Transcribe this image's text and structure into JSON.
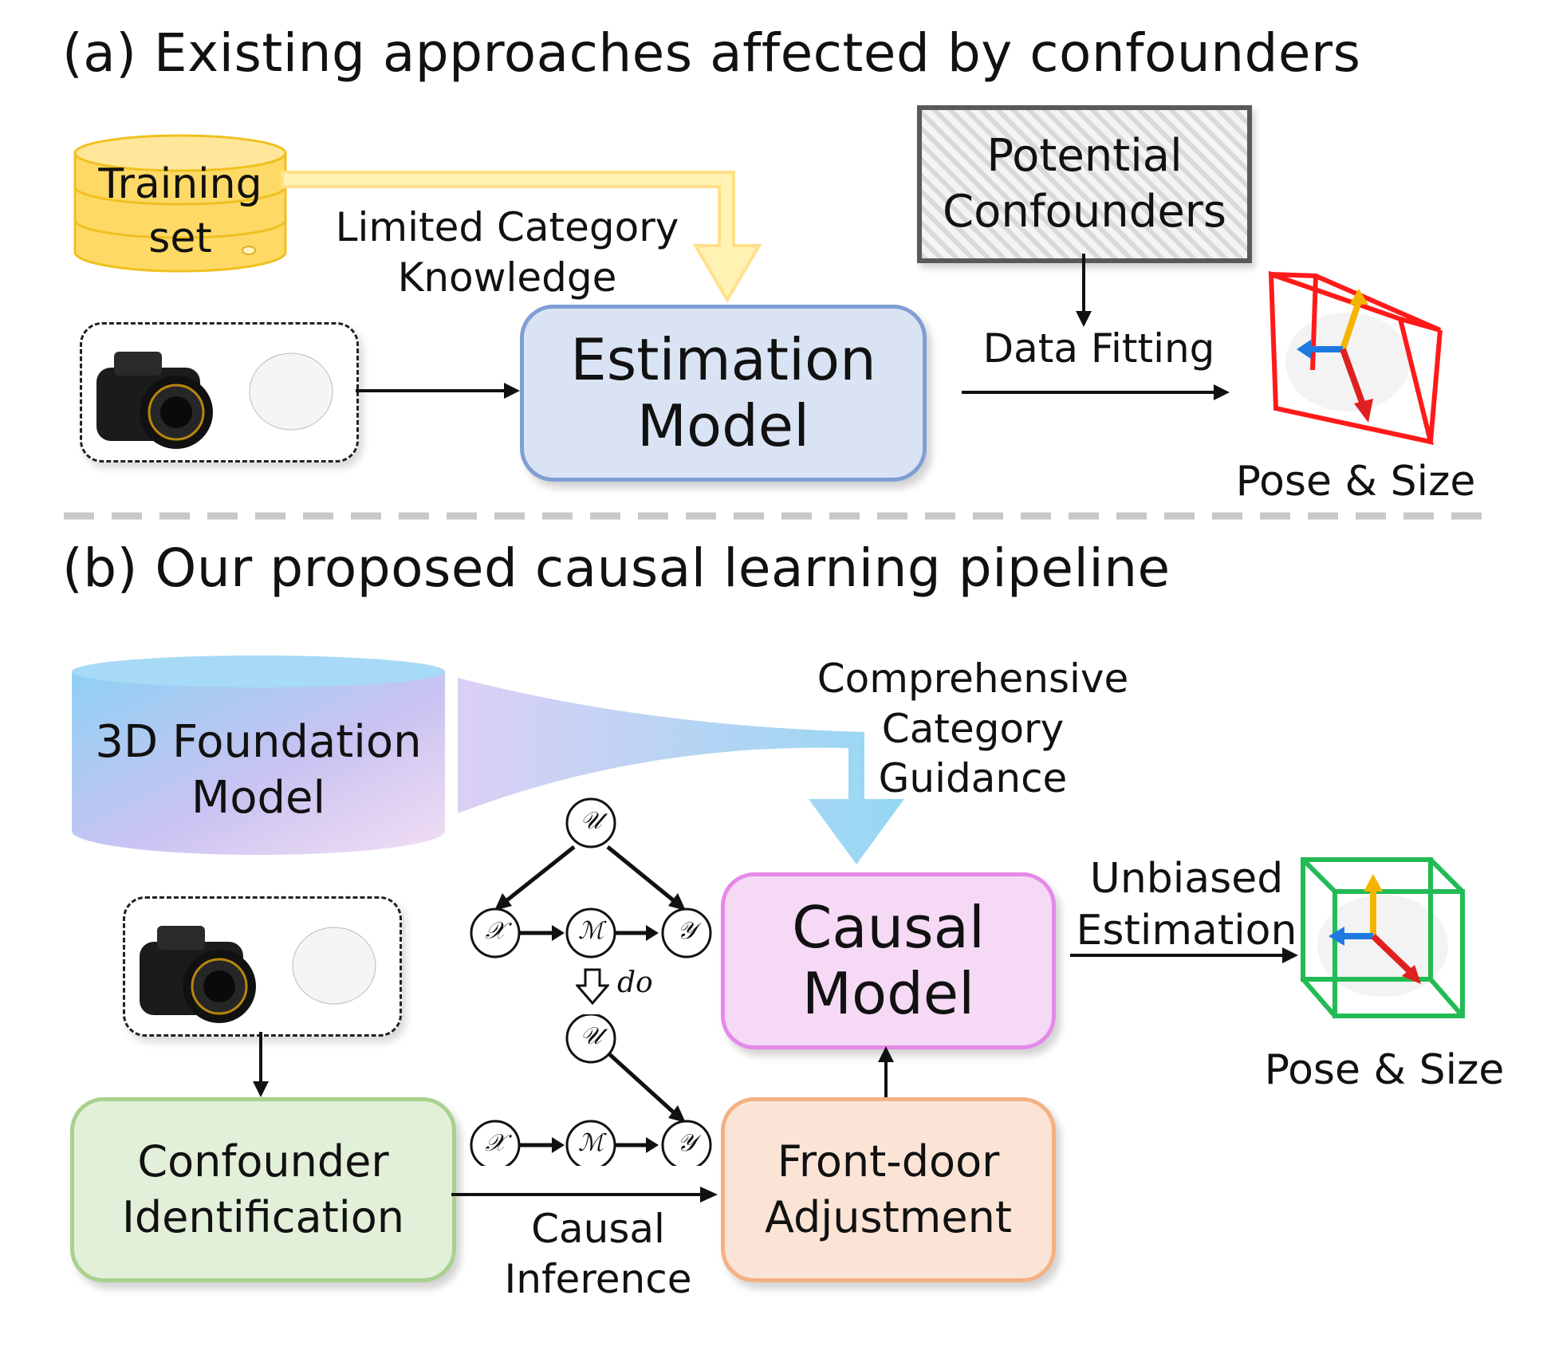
{
  "panel_a": {
    "title": "(a) Existing approaches affected by confounders",
    "training_set": "Training\nset",
    "limited_knowledge": "Limited Category\nKnowledge",
    "estimation_model": "Estimation\nModel",
    "potential_confounders": "Potential\nConfounders",
    "data_fitting": "Data Fitting",
    "pose_size": "Pose & Size",
    "colors": {
      "arrow_yellow": "#fff2b3",
      "box_blue": "#dae3f3",
      "bbox_red": "#ff1a1a"
    }
  },
  "panel_b": {
    "title": "(b) Our proposed causal learning pipeline",
    "foundation_model": "3D Foundation\nModel",
    "comprehensive_guidance": "Comprehensive Category\nGuidance",
    "causal_model": "Causal\nModel",
    "unbiased_estimation": "Unbiased\nEstimation",
    "pose_size": "Pose & Size",
    "confounder_identification": "Confounder\nIdentification",
    "causal_inference": "Causal\nInference",
    "front_door": "Front-door\nAdjustment",
    "do_label": "do",
    "graph_nodes": {
      "u": "𝒰",
      "x": "𝒳",
      "m": "ℳ",
      "y": "𝒴"
    },
    "colors": {
      "arrow_blue": "#8fd6f3",
      "box_pink": "#f5d9f5",
      "box_green": "#e2efd9",
      "box_orange": "#fbe4d5",
      "bbox_green": "#22bb55"
    }
  }
}
